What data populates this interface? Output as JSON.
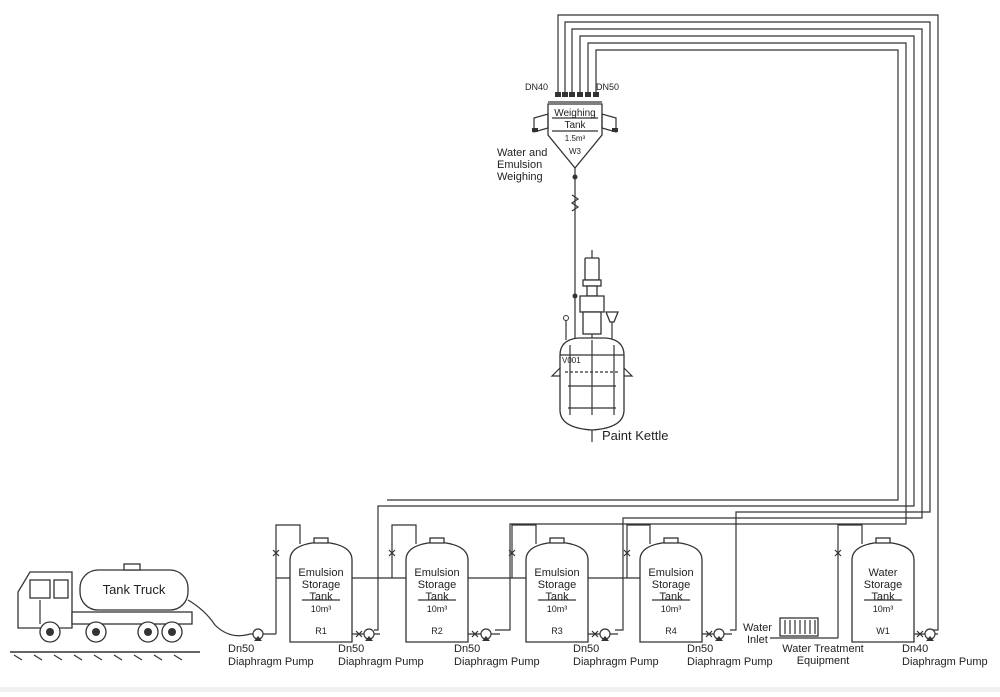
{
  "weighing_tank": {
    "title_line1": "Weighing",
    "title_line2": "Tank",
    "volume": "1.5m³",
    "tag": "W3",
    "left_port": "DN40",
    "right_port": "DN50",
    "side_label_1": "Water and",
    "side_label_2": "Emulsion",
    "side_label_3": "Weighing"
  },
  "paint_kettle": {
    "label": "Paint Kettle",
    "tag": "V001"
  },
  "tank_truck": {
    "label": "Tank Truck"
  },
  "storage_tanks": [
    {
      "line1": "Emulsion",
      "line2": "Storage",
      "line3": "Tank",
      "volume": "10m³",
      "tag": "R1"
    },
    {
      "line1": "Emulsion",
      "line2": "Storage",
      "line3": "Tank",
      "volume": "10m³",
      "tag": "R2"
    },
    {
      "line1": "Emulsion",
      "line2": "Storage",
      "line3": "Tank",
      "volume": "10m³",
      "tag": "R3"
    },
    {
      "line1": "Emulsion",
      "line2": "Storage",
      "line3": "Tank",
      "volume": "10m³",
      "tag": "R4"
    },
    {
      "line1": "Water",
      "line2": "Storage",
      "line3": "Tank",
      "volume": "10m³",
      "tag": "W1"
    }
  ],
  "pumps": [
    {
      "size": "Dn50",
      "type": "Diaphragm Pump"
    },
    {
      "size": "Dn50",
      "type": "Diaphragm Pump"
    },
    {
      "size": "Dn50",
      "type": "Diaphragm Pump"
    },
    {
      "size": "Dn50",
      "type": "Diaphragm Pump"
    },
    {
      "size": "Dn50",
      "type": "Diaphragm Pump"
    },
    {
      "size": "Dn40",
      "type": "Diaphragm Pump"
    }
  ],
  "water": {
    "inlet_line1": "Water",
    "inlet_line2": "Inlet",
    "treatment_line1": "Water Treatment",
    "treatment_line2": "Equipment"
  }
}
